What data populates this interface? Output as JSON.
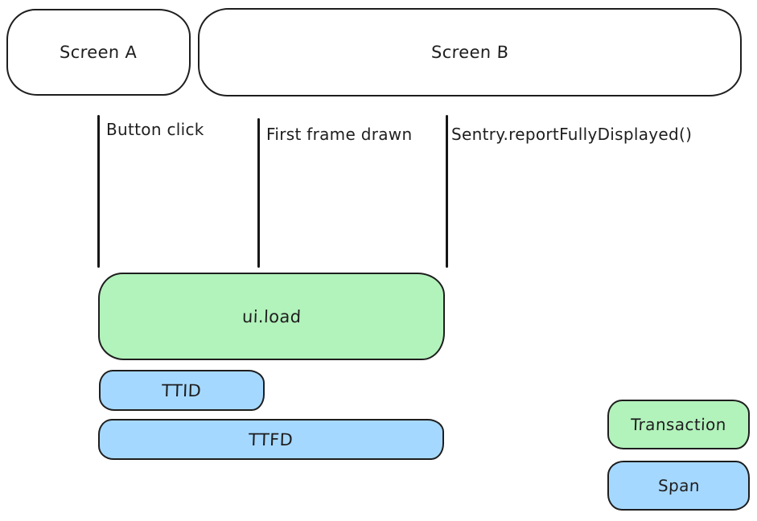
{
  "colors": {
    "background": "#ffffff",
    "stroke": "#1e1e1e",
    "transaction_fill": "#b2f2bb",
    "span_fill": "#a5d8ff"
  },
  "screens": [
    {
      "label": "Screen A"
    },
    {
      "label": "Screen B"
    }
  ],
  "timeline_markers": [
    {
      "label": "Button click"
    },
    {
      "label": "First frame drawn"
    },
    {
      "label": "Sentry.reportFullyDisplayed()"
    }
  ],
  "bars": [
    {
      "label": "ui.load",
      "kind": "transaction"
    },
    {
      "label": "TTID",
      "kind": "span"
    },
    {
      "label": "TTFD",
      "kind": "span"
    }
  ],
  "legend": [
    {
      "label": "Transaction",
      "kind": "transaction"
    },
    {
      "label": "Span",
      "kind": "span"
    }
  ]
}
